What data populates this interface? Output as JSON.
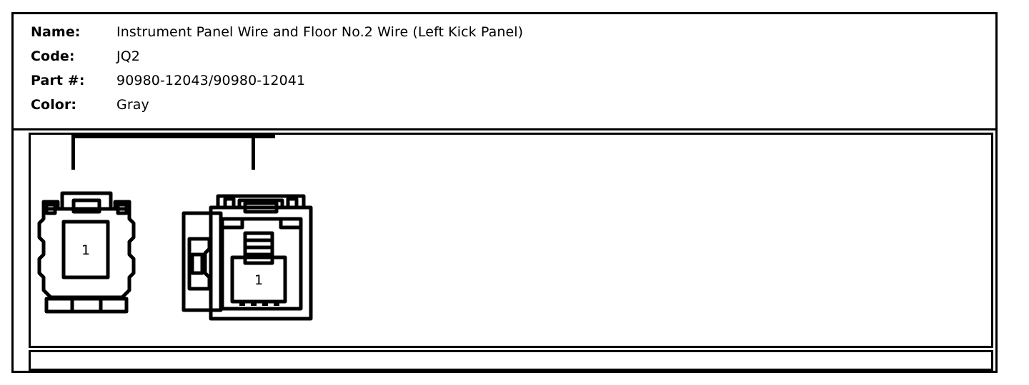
{
  "spec": {
    "rows": [
      {
        "label": "Name:",
        "value": "Instrument Panel Wire and Floor No.2 Wire (Left Kick Panel)"
      },
      {
        "label": "Code:",
        "value": "JQ2"
      },
      {
        "label": "Part #:",
        "value": "90980-12043/90980-12041"
      },
      {
        "label": "Color:",
        "value": "Gray"
      }
    ]
  },
  "diagram": {
    "line_color": "#000000",
    "background": "#ffffff",
    "bracket": {
      "present": true
    },
    "connectors": [
      {
        "name": "female-connector-left",
        "cavity_labels": [
          "1"
        ],
        "cavity_count": 1,
        "bottom_slot_count": 3
      },
      {
        "name": "male-connector-right",
        "cavity_labels": [
          "1"
        ],
        "cavity_count": 1,
        "bottom_slot_count": 4
      }
    ]
  },
  "footer": {
    "text": ""
  }
}
